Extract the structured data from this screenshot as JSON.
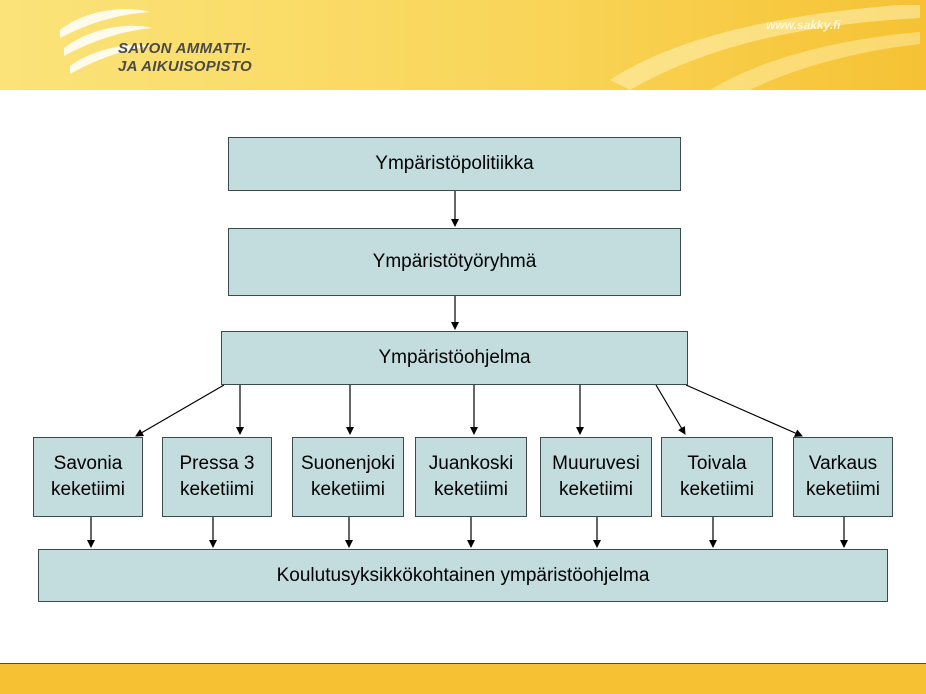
{
  "header": {
    "logo_line1": "SAVON AMMATTI-",
    "logo_line2": "JA AIKUISOPISTO",
    "url": "www.sakky.fi"
  },
  "diagram": {
    "top": "Ympäristöpolitiikka",
    "group": "Ympäristötyöryhmä",
    "program": "Ympäristöohjelma",
    "teams": [
      {
        "line1": "Savonia",
        "line2": "keketiimi"
      },
      {
        "line1": "Pressa 3",
        "line2": "keketiimi"
      },
      {
        "line1": "Suonenjoki",
        "line2": "keketiimi"
      },
      {
        "line1": "Juankoski",
        "line2": "keketiimi"
      },
      {
        "line1": "Muuruvesi",
        "line2": "keketiimi"
      },
      {
        "line1": "Toivala",
        "line2": "keketiimi"
      },
      {
        "line1": "Varkaus",
        "line2": "keketiimi"
      }
    ],
    "bottom": "Koulutusyksikkökohtainen ympäristöohjelma"
  },
  "colors": {
    "box_fill": "#c3dcdd",
    "header_gold": "#f6c234",
    "border": "#3b4a4a"
  }
}
